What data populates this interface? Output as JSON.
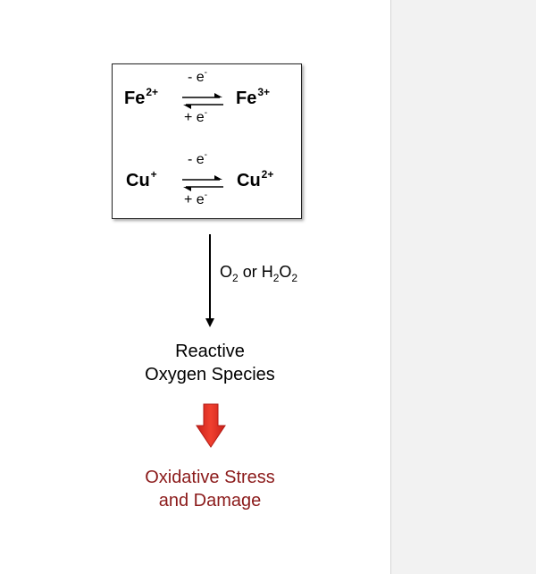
{
  "diagram": {
    "redox_box": {
      "iron": {
        "left_base": "Fe",
        "left_charge": "2+",
        "right_base": "Fe",
        "right_charge": "3+",
        "top_sign": "- e",
        "top_charge": "-",
        "bottom_sign": "+ e",
        "bottom_charge": "-"
      },
      "copper": {
        "left_base": "Cu",
        "left_charge": "+",
        "right_base": "Cu",
        "right_charge": "2+",
        "top_sign": "- e",
        "top_charge": "-",
        "bottom_sign": "+ e",
        "bottom_charge": "-"
      }
    },
    "reagent": {
      "o_symbol": "O",
      "o_sub": "2",
      "or_text": " or ",
      "h_symbol": "H",
      "h_sub": "2",
      "o2_symbol": "O",
      "o2_sub": "2"
    },
    "product": {
      "line1": "Reactive",
      "line2": "Oxygen Species"
    },
    "outcome": {
      "line1": "Oxidative Stress",
      "line2": "and Damage",
      "color": "#8b1a1a"
    },
    "arrow_color": "#e5322a"
  }
}
